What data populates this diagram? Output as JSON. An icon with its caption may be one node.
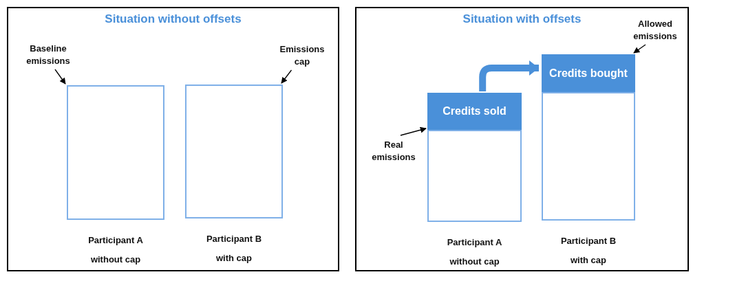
{
  "diagram": {
    "nodes": [
      {
        "text": [
          "Situation without offsets"
        ]
      },
      {
        "text": [
          "Baseline emissions"
        ],
        "in": 0
      },
      {
        "text": [],
        "shape": "box",
        "in": 0,
        "beside": [
          "Participant A",
          "without cap"
        ]
      },
      {
        "text": [
          "Emissions cap"
        ],
        "in": 0
      },
      {
        "text": [],
        "shape": "box",
        "in": 0,
        "beside": [
          "Participant B",
          "with cap"
        ]
      },
      {
        "text": [
          "Situation with offsets"
        ]
      },
      {
        "text": [
          "Allowed emissions"
        ],
        "in": 5
      },
      {
        "text": [
          "Real emissions"
        ],
        "in": 5
      },
      {
        "text": [
          "Credits sold"
        ],
        "in": 5
      },
      {
        "text": [],
        "shape": "box",
        "in": 5,
        "beside": [
          "Participant A",
          "without cap"
        ]
      },
      {
        "text": [
          "Credits bought"
        ],
        "in": 5
      },
      {
        "text": [],
        "shape": "box",
        "in": 5,
        "beside": [
          "Participant B",
          "with cap"
        ]
      }
    ],
    "edges": [
      {
        "from": 1,
        "to": 2,
        "arrow": "to"
      },
      {
        "from": 3,
        "to": 4,
        "arrow": "to"
      },
      {
        "from": 6,
        "to": 10,
        "arrow": "to"
      },
      {
        "from": 7,
        "to": 9,
        "arrow": "to"
      },
      {
        "from": 8,
        "to": 10,
        "arrow": "to",
        "style": "thick",
        "color": "#4a90d9"
      }
    ]
  }
}
